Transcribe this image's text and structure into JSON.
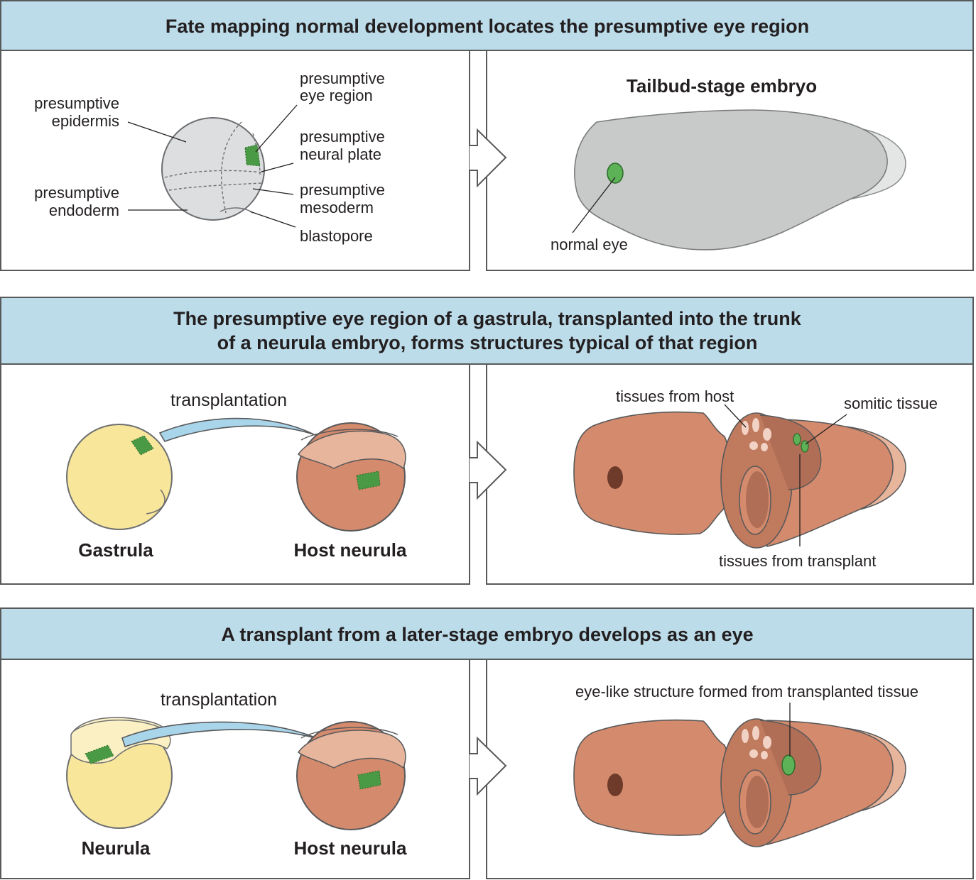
{
  "colors": {
    "header_bg": "#bcdcea",
    "border": "#58595b",
    "embryo_gray": "#c8caca",
    "sphere_gray": "#dcdedf",
    "eye_green": "#5db157",
    "patch_green": "#4a9a45",
    "gastrula_yellow": "#f8e69b",
    "host_brown": "#d48a6c",
    "host_light": "#e7b49c",
    "host_dark": "#b06e56",
    "arrow_blue": "#a9d5eb"
  },
  "panels": [
    {
      "title_lines": [
        "Fate mapping normal development locates the presumptive eye region"
      ],
      "left_labels": {
        "epidermis": [
          "presumptive",
          "epidermis"
        ],
        "endoderm": [
          "presumptive",
          "endoderm"
        ],
        "eye_region": [
          "presumptive",
          "eye region"
        ],
        "neural_plate": [
          "presumptive",
          "neural plate"
        ],
        "mesoderm": [
          "presumptive",
          "mesoderm"
        ],
        "blastopore": "blastopore"
      },
      "right_title": "Tailbud-stage embryo",
      "right_label": "normal eye"
    },
    {
      "title_lines": [
        "The presumptive eye region of a gastrula, transplanted into the trunk",
        "of a neurula embryo, forms structures typical of that region"
      ],
      "arrow_label": "transplantation",
      "donor_label": "Gastrula",
      "host_label": "Host neurula",
      "right_labels": {
        "host_tissues": "tissues from host",
        "somitic": "somitic tissue",
        "transplant_tissues": "tissues from transplant"
      }
    },
    {
      "title_lines": [
        "A transplant from a later-stage embryo develops as an eye"
      ],
      "arrow_label": "transplantation",
      "donor_label": "Neurula",
      "host_label": "Host neurula",
      "right_label": "eye-like structure formed from transplanted tissue"
    }
  ]
}
